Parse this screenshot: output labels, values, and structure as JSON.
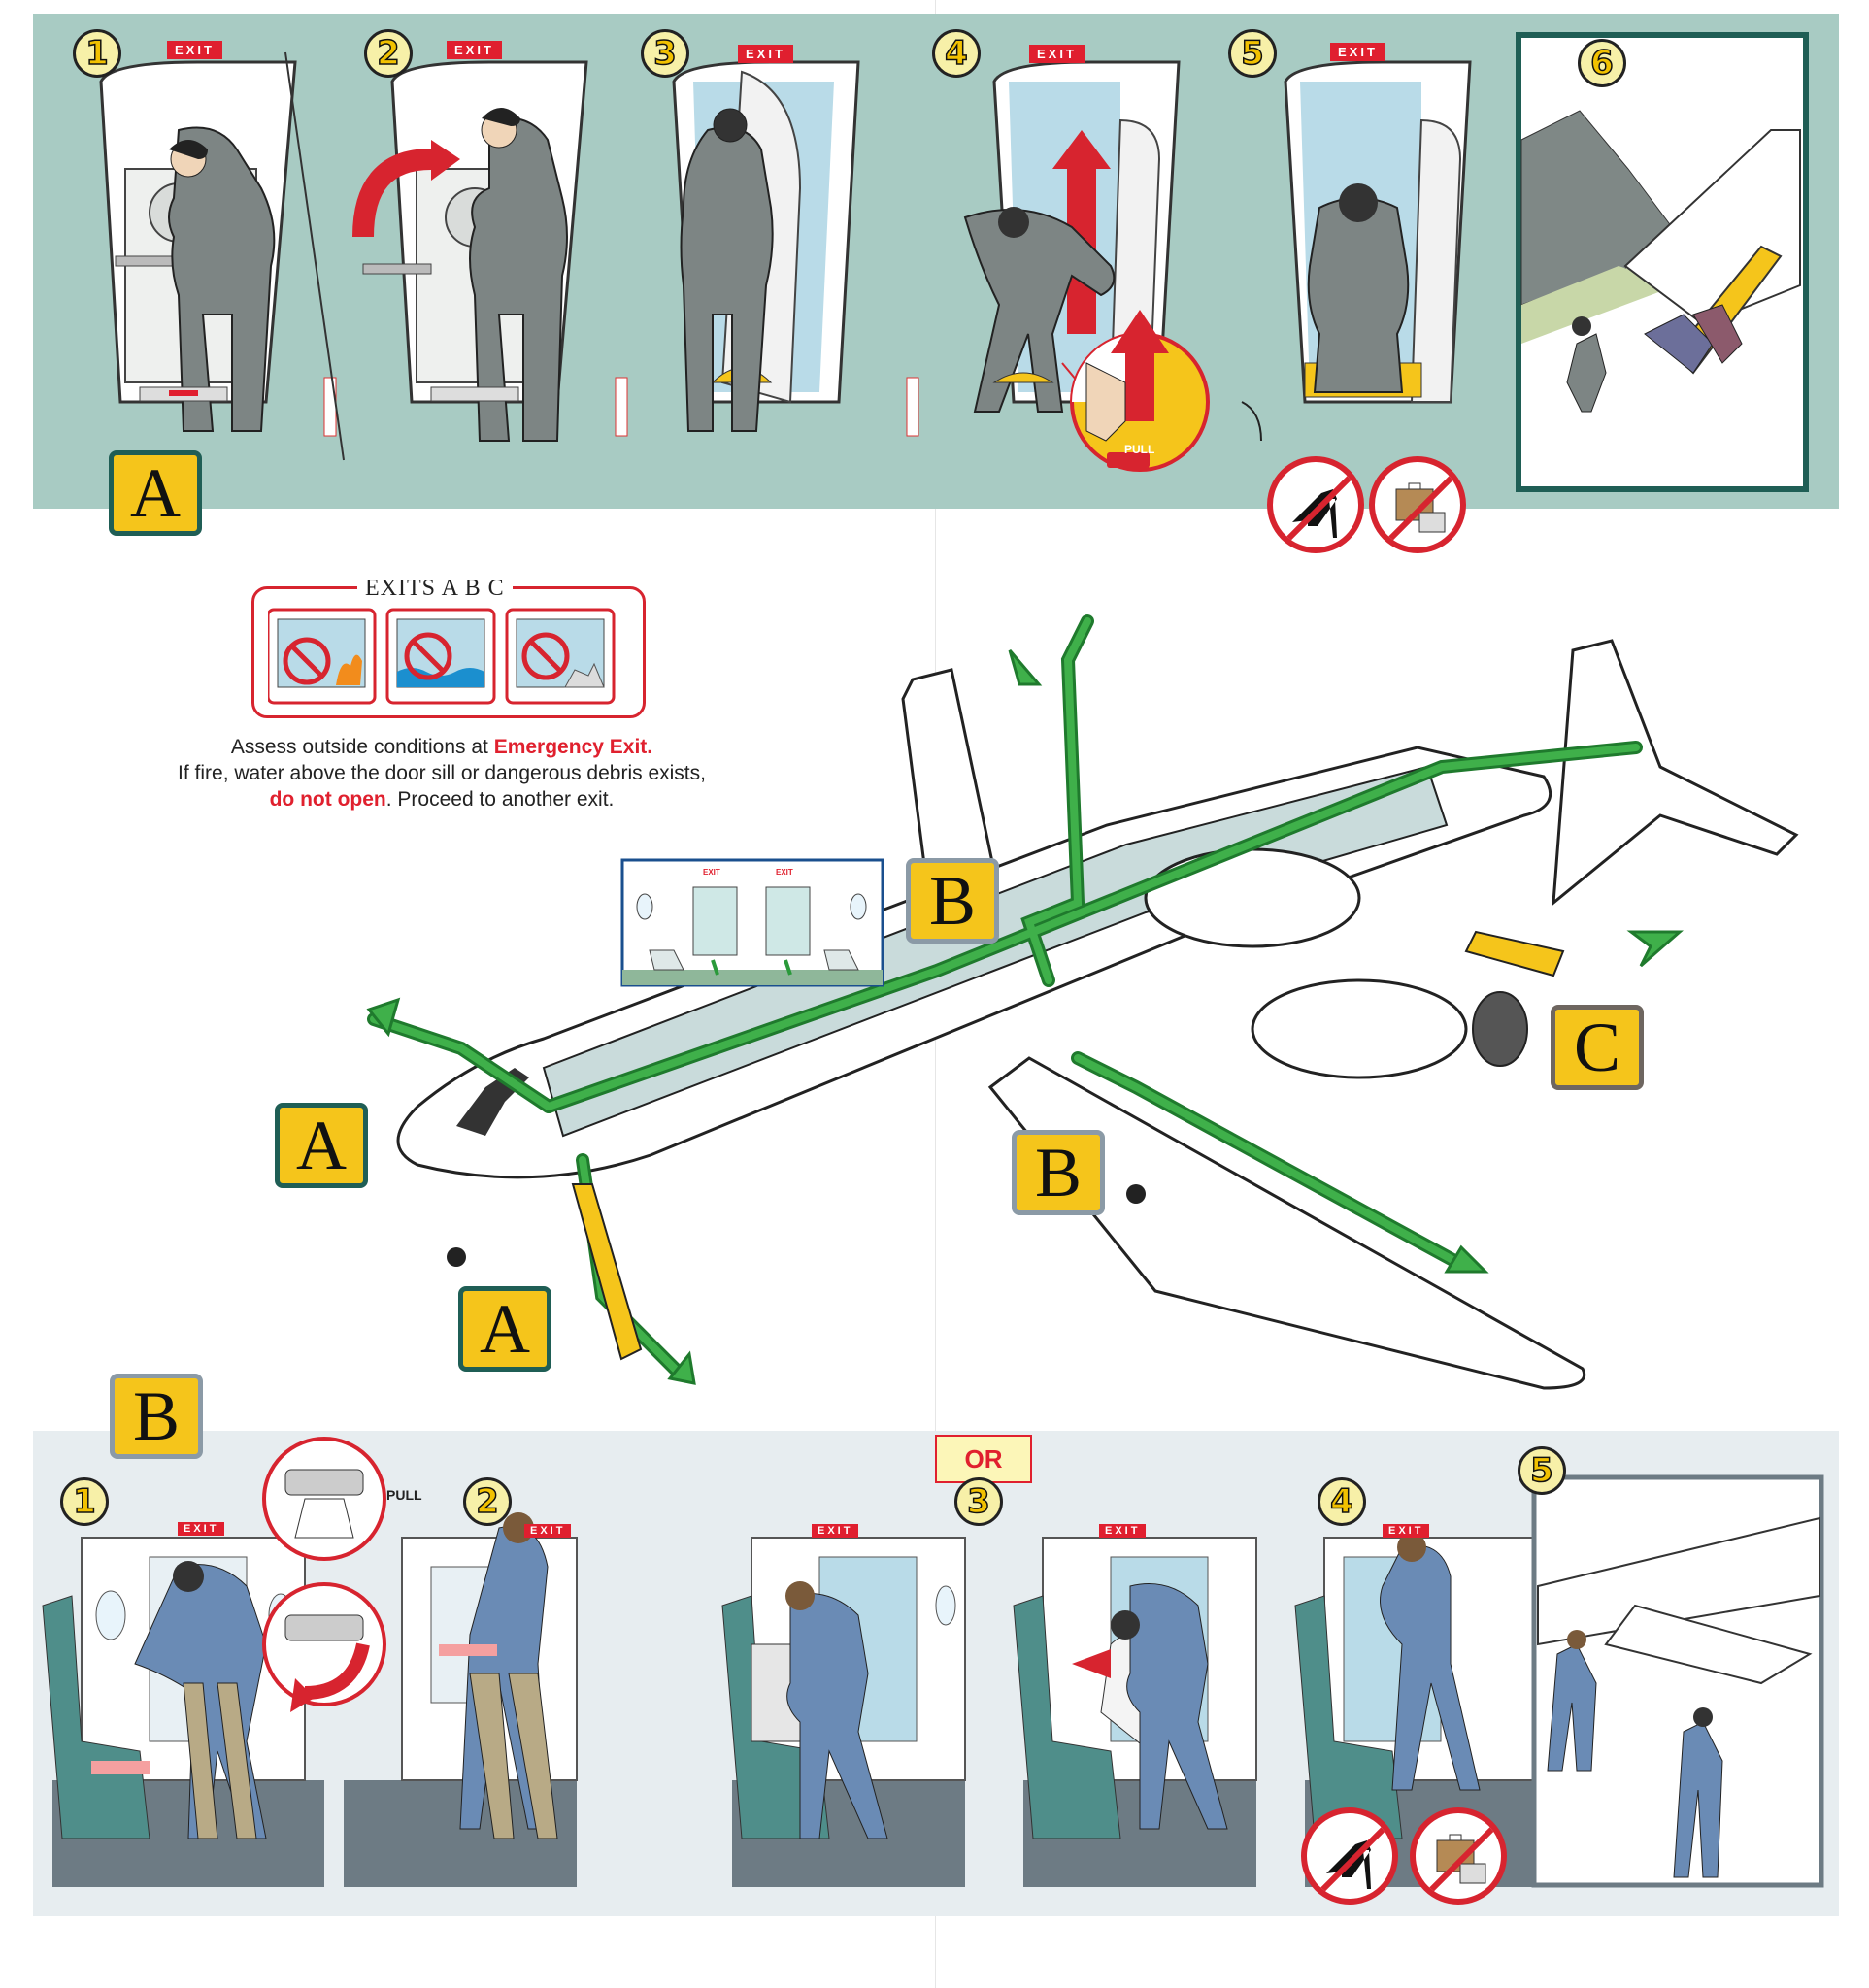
{
  "section_a": {
    "badge": "A",
    "steps": [
      "1",
      "2",
      "3",
      "4",
      "5",
      "6"
    ],
    "exit_sign": "EXIT",
    "pull_label": "PULL"
  },
  "caution": {
    "title": "EXITS A  B  C",
    "line1": "Assess outside conditions at ",
    "line1_emph": "Emergency Exit.",
    "line2": "If fire, water above the door sill or dangerous debris exists,",
    "line3_emph": "do not open",
    "line3": ". Proceed to another exit."
  },
  "diagram_labels": {
    "a_upper": "A",
    "a_lower": "A",
    "b_upper": "B",
    "b_lower": "B",
    "c": "C",
    "inset_exit_1": "EXIT",
    "inset_exit_2": "EXIT"
  },
  "section_b": {
    "badge": "B",
    "or_label": "OR",
    "steps": [
      "1",
      "2",
      "3",
      "4",
      "5"
    ],
    "exit_sign": "EXIT",
    "pull_label": "PULL"
  },
  "colors": {
    "band_a": "#a8cbc3",
    "band_b": "#e7edf0",
    "arrow_green": "#2a9a3a",
    "label_yellow": "#f5c51b",
    "alert_red": "#e0202e"
  },
  "icons": [
    "no-high-heels-icon",
    "no-baggage-icon",
    "no-fire-icon",
    "no-water-icon",
    "no-debris-icon"
  ]
}
